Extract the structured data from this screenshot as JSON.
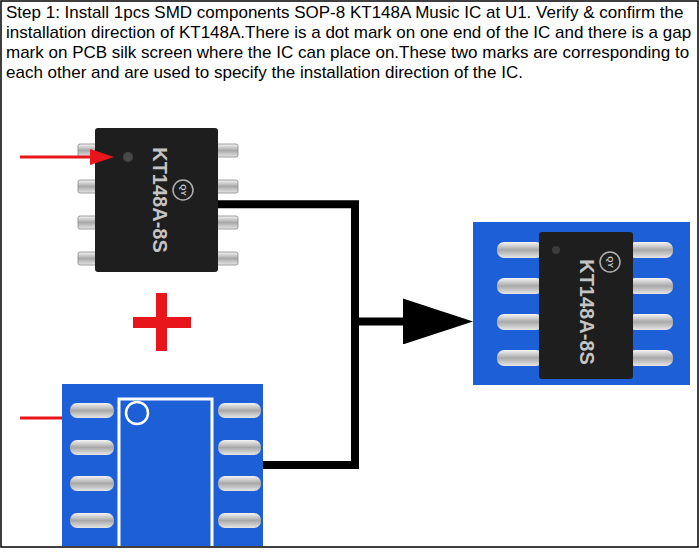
{
  "diagram": {
    "title": "Step 1: Install 1pcs SMD components SOP-8 KT148A Music IC at U1. Verify & confirm the installation direction of KT148A.There is a dot mark on one end of the IC and there is a gap mark on PCB silk screen where the IC can place on.These two marks are corresponding to each other and are used to specify the installation direction of the IC.",
    "nodes": [
      {
        "text": [
          "KT148A-8S"
        ]
      },
      {
        "text": [
          "KT148A-8S"
        ]
      }
    ],
    "edges": [
      {
        "from": 0,
        "to": 1,
        "arrow": "to"
      }
    ],
    "labels": [
      "QY",
      "QY"
    ]
  }
}
